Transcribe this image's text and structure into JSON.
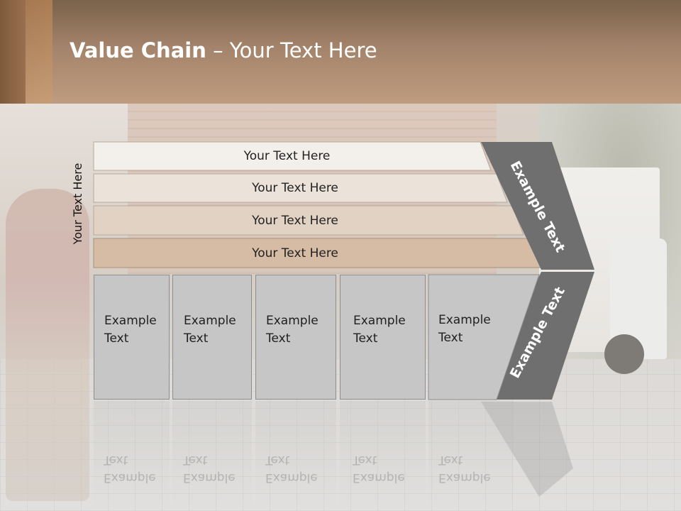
{
  "title": {
    "bold": "Value Chain",
    "rest": " – Your Text Here"
  },
  "vertical_label": "Your Text Here",
  "rows": [
    {
      "label": "Your Text Here",
      "color": "#f3efeb"
    },
    {
      "label": "Your Text Here",
      "color": "#ebe2d9"
    },
    {
      "label": "Your Text Here",
      "color": "#e2d2c3"
    },
    {
      "label": "Your Text Here",
      "color": "#d6bca5"
    }
  ],
  "columns": [
    {
      "line1": "Example",
      "line2": "Text"
    },
    {
      "line1": "Example",
      "line2": "Text"
    },
    {
      "line1": "Example",
      "line2": "Text"
    },
    {
      "line1": "Example",
      "line2": "Text"
    },
    {
      "line1": "Example",
      "line2": "Text"
    }
  ],
  "chevron": {
    "upper_label": "Example Text",
    "lower_label": "Example Text",
    "color_dark": "#6f6f6f",
    "color_mid": "#8a8a8a"
  },
  "colors": {
    "header": "#a3836a",
    "column_fill": "#c6c6c6"
  }
}
